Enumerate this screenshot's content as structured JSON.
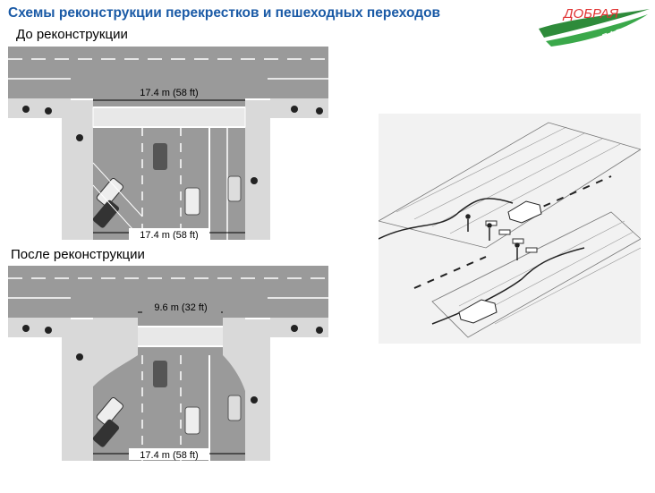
{
  "title": "Схемы реконструкции перекрестков и пешеходных переходов",
  "logo": {
    "line1": "ДОБРАЯ",
    "line2": "ДАРОГА"
  },
  "before": {
    "label": "До реконструкции",
    "top_dimension": "17.4 m (58 ft)",
    "bottom_dimension": "17.4 m (58 ft)"
  },
  "after": {
    "label": "После реконструкции",
    "top_dimension": "9.6 m (32 ft)",
    "bottom_dimension": "17.4 m (58 ft)"
  },
  "colors": {
    "title": "#1a5aa6",
    "road": "#9a9a9a",
    "sidewalk": "#d9d9d9",
    "logo_green": "#2e8b3a",
    "logo_red": "#e03030"
  }
}
